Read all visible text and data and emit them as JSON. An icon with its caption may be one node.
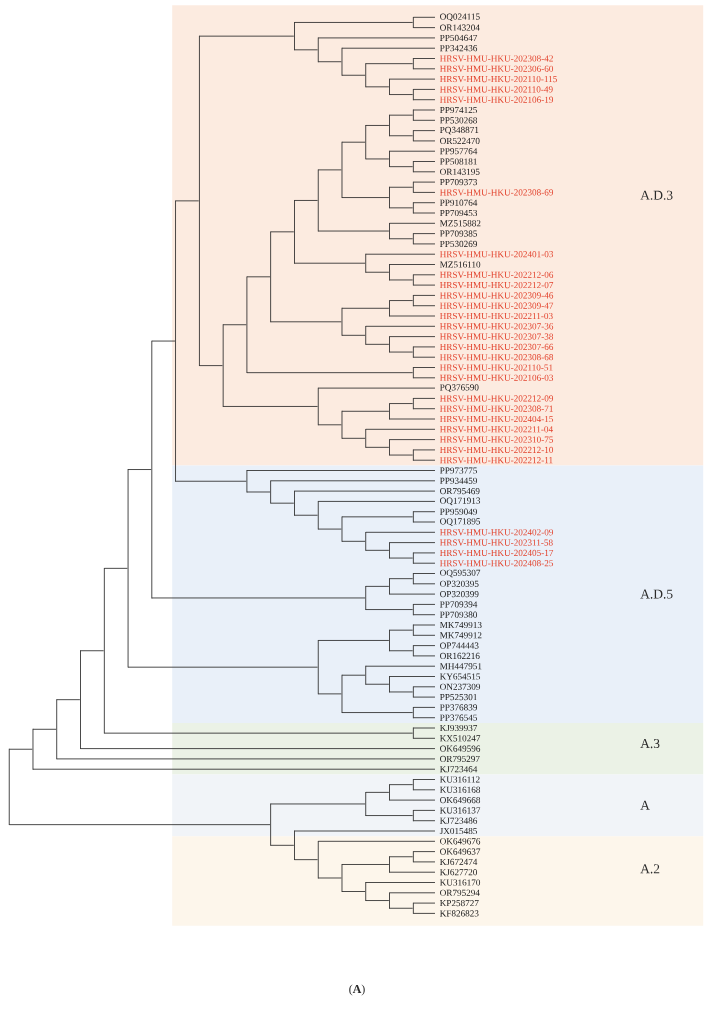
{
  "diagram": {
    "caption": "(**A**)",
    "nodes": [
      {
        "text": [
          "A.D.3"
        ]
      },
      {
        "text": [
          "A.D.5"
        ]
      },
      {
        "text": [
          "A.3"
        ]
      },
      {
        "text": [
          "A"
        ]
      },
      {
        "text": [
          "A.2"
        ]
      },
      {
        "text": [
          "OQ024115"
        ],
        "in": 0
      },
      {
        "text": [
          "OR143204"
        ],
        "in": 0
      },
      {
        "text": [
          "PP504647"
        ],
        "in": 0
      },
      {
        "text": [
          "PP342436"
        ],
        "in": 0
      },
      {
        "text": [
          "HRSV-HMU-HKU-202308-42"
        ],
        "in": 0
      },
      {
        "text": [
          "HRSV-HMU-HKU-202306-60"
        ],
        "in": 0
      },
      {
        "text": [
          "HRSV-HMU-HKU-202110-115"
        ],
        "in": 0
      },
      {
        "text": [
          "HRSV-HMU-HKU-202110-49"
        ],
        "in": 0
      },
      {
        "text": [
          "HRSV-HMU-HKU-202106-19"
        ],
        "in": 0
      },
      {
        "text": [
          "PP974125"
        ],
        "in": 0
      },
      {
        "text": [
          "PP530268"
        ],
        "in": 0
      },
      {
        "text": [
          "PQ348871"
        ],
        "in": 0
      },
      {
        "text": [
          "OR522470"
        ],
        "in": 0
      },
      {
        "text": [
          "PP957764"
        ],
        "in": 0
      },
      {
        "text": [
          "PP508181"
        ],
        "in": 0
      },
      {
        "text": [
          "OR143195"
        ],
        "in": 0
      },
      {
        "text": [
          "PP709373"
        ],
        "in": 0
      },
      {
        "text": [
          "HRSV-HMU-HKU-202308-69"
        ],
        "in": 0
      },
      {
        "text": [
          "PP910764"
        ],
        "in": 0
      },
      {
        "text": [
          "PP709453"
        ],
        "in": 0
      },
      {
        "text": [
          "MZ515882"
        ],
        "in": 0
      },
      {
        "text": [
          "PP709385"
        ],
        "in": 0
      },
      {
        "text": [
          "PP530269"
        ],
        "in": 0
      },
      {
        "text": [
          "HRSV-HMU-HKU-202401-03"
        ],
        "in": 0
      },
      {
        "text": [
          "MZ516110"
        ],
        "in": 0
      },
      {
        "text": [
          "HRSV-HMU-HKU-202212-06"
        ],
        "in": 0
      },
      {
        "text": [
          "HRSV-HMU-HKU-202212-07"
        ],
        "in": 0
      },
      {
        "text": [
          "HRSV-HMU-HKU-202309-46"
        ],
        "in": 0
      },
      {
        "text": [
          "HRSV-HMU-HKU-202309-47"
        ],
        "in": 0
      },
      {
        "text": [
          "HRSV-HMU-HKU-202211-03"
        ],
        "in": 0
      },
      {
        "text": [
          "HRSV-HMU-HKU-202307-36"
        ],
        "in": 0
      },
      {
        "text": [
          "HRSV-HMU-HKU-202307-38"
        ],
        "in": 0
      },
      {
        "text": [
          "HRSV-HMU-HKU-202307-66"
        ],
        "in": 0
      },
      {
        "text": [
          "HRSV-HMU-HKU-202308-68"
        ],
        "in": 0
      },
      {
        "text": [
          "HRSV-HMU-HKU-202110-51"
        ],
        "in": 0
      },
      {
        "text": [
          "HRSV-HMU-HKU-202106-03"
        ],
        "in": 0
      },
      {
        "text": [
          "PQ376590"
        ],
        "in": 0
      },
      {
        "text": [
          "HRSV-HMU-HKU-202212-09"
        ],
        "in": 0
      },
      {
        "text": [
          "HRSV-HMU-HKU-202308-71"
        ],
        "in": 0
      },
      {
        "text": [
          "HRSV-HMU-HKU-202404-15"
        ],
        "in": 0
      },
      {
        "text": [
          "HRSV-HMU-HKU-202211-04"
        ],
        "in": 0
      },
      {
        "text": [
          "HRSV-HMU-HKU-202310-75"
        ],
        "in": 0
      },
      {
        "text": [
          "HRSV-HMU-HKU-202212-10"
        ],
        "in": 0
      },
      {
        "text": [
          "HRSV-HMU-HKU-202212-11"
        ],
        "in": 0
      },
      {
        "text": [
          "PP973775"
        ],
        "in": 1
      },
      {
        "text": [
          "PP934459"
        ],
        "in": 1
      },
      {
        "text": [
          "OR795469"
        ],
        "in": 1
      },
      {
        "text": [
          "OQ171913"
        ],
        "in": 1
      },
      {
        "text": [
          "PP959049"
        ],
        "in": 1
      },
      {
        "text": [
          "OQ171895"
        ],
        "in": 1
      },
      {
        "text": [
          "HRSV-HMU-HKU-202402-09"
        ],
        "in": 1
      },
      {
        "text": [
          "HRSV-HMU-HKU-202311-58"
        ],
        "in": 1
      },
      {
        "text": [
          "HRSV-HMU-HKU-202405-17"
        ],
        "in": 1
      },
      {
        "text": [
          "HRSV-HMU-HKU-202408-25"
        ],
        "in": 1
      },
      {
        "text": [
          "OQ595307"
        ],
        "in": 1
      },
      {
        "text": [
          "OP320395"
        ],
        "in": 1
      },
      {
        "text": [
          "OP320399"
        ],
        "in": 1
      },
      {
        "text": [
          "PP709394"
        ],
        "in": 1
      },
      {
        "text": [
          "PP709380"
        ],
        "in": 1
      },
      {
        "text": [
          "MK749913"
        ],
        "in": 1
      },
      {
        "text": [
          "MK749912"
        ],
        "in": 1
      },
      {
        "text": [
          "OP744443"
        ],
        "in": 1
      },
      {
        "text": [
          "OR162216"
        ],
        "in": 1
      },
      {
        "text": [
          "MH447951"
        ],
        "in": 1
      },
      {
        "text": [
          "KY654515"
        ],
        "in": 1
      },
      {
        "text": [
          "ON237309"
        ],
        "in": 1
      },
      {
        "text": [
          "PP525301"
        ],
        "in": 1
      },
      {
        "text": [
          "PP376839"
        ],
        "in": 1
      },
      {
        "text": [
          "PP376545"
        ],
        "in": 1
      },
      {
        "text": [
          "KJ939937"
        ],
        "in": 2
      },
      {
        "text": [
          "KX510247"
        ],
        "in": 2
      },
      {
        "text": [
          "OK649596"
        ],
        "in": 2
      },
      {
        "text": [
          "OR795297"
        ],
        "in": 2
      },
      {
        "text": [
          "KJ723464"
        ],
        "in": 2
      },
      {
        "text": [
          "KU316112"
        ],
        "in": 3
      },
      {
        "text": [
          "KU316168"
        ],
        "in": 3
      },
      {
        "text": [
          "OK649668"
        ],
        "in": 3
      },
      {
        "text": [
          "KU316137"
        ],
        "in": 3
      },
      {
        "text": [
          "KJ723486"
        ],
        "in": 3
      },
      {
        "text": [
          "JX015485"
        ],
        "in": 3
      },
      {
        "text": [
          "OK649676"
        ],
        "in": 4
      },
      {
        "text": [
          "OK649637"
        ],
        "in": 4
      },
      {
        "text": [
          "KJ672474"
        ],
        "in": 4
      },
      {
        "text": [
          "KJ627720"
        ],
        "in": 4
      },
      {
        "text": [
          "KU316170"
        ],
        "in": 4
      },
      {
        "text": [
          "OR795294"
        ],
        "in": 4
      },
      {
        "text": [
          "KP258727"
        ],
        "in": 4
      },
      {
        "text": [
          "KF826823"
        ],
        "in": 4
      },
      {
        "text": [],
        "shape": "bar",
        "in": 0
      },
      {
        "text": [],
        "shape": "bar",
        "in": 0
      },
      {
        "text": [],
        "shape": "bar",
        "in": 0
      },
      {
        "text": [],
        "shape": "bar",
        "in": 0
      },
      {
        "text": [],
        "shape": "bar",
        "in": 0
      },
      {
        "text": [],
        "shape": "bar",
        "in": 0
      },
      {
        "text": [],
        "shape": "bar",
        "in": 0
      },
      {
        "text": [],
        "shape": "bar",
        "in": 0
      },
      {
        "text": [],
        "shape": "bar",
        "in": 0
      },
      {
        "text": [],
        "shape": "bar",
        "in": 0
      },
      {
        "text": [],
        "shape": "bar",
        "in": 0
      },
      {
        "text": [],
        "shape": "bar",
        "in": 0
      },
      {
        "text": [],
        "shape": "bar",
        "in": 0
      },
      {
        "text": [],
        "shape": "bar",
        "in": 0
      },
      {
        "text": [],
        "shape": "bar",
        "in": 0
      },
      {
        "text": [],
        "shape": "bar",
        "in": 0
      },
      {
        "text": [],
        "shape": "bar",
        "in": 0
      },
      {
        "text": [],
        "shape": "bar",
        "in": 0
      },
      {
        "text": [],
        "shape": "bar",
        "in": 0
      },
      {
        "text": [],
        "shape": "bar",
        "in": 0
      },
      {
        "text": [],
        "shape": "bar",
        "in": 0
      },
      {
        "text": [],
        "shape": "bar",
        "in": 0
      },
      {
        "text": [],
        "shape": "bar",
        "in": 0
      },
      {
        "text": [],
        "shape": "bar",
        "in": 0
      },
      {
        "text": [],
        "shape": "bar",
        "in": 0
      },
      {
        "text": [],
        "shape": "bar",
        "in": 0
      },
      {
        "text": [],
        "shape": "bar",
        "in": 0
      },
      {
        "text": [],
        "shape": "bar",
        "in": 0
      },
      {
        "text": [],
        "shape": "bar",
        "in": 0
      },
      {
        "text": [],
        "shape": "bar",
        "in": 0
      },
      {
        "text": [],
        "shape": "bar",
        "in": 0
      },
      {
        "text": [],
        "shape": "bar",
        "in": 0
      },
      {
        "text": [],
        "shape": "bar",
        "in": 0
      },
      {
        "text": [],
        "shape": "bar",
        "in": 0
      },
      {
        "text": [],
        "shape": "bar",
        "in": 0
      },
      {
        "text": [],
        "shape": "bar",
        "in": 0
      },
      {
        "text": [],
        "shape": "bar",
        "in": 0
      },
      {
        "text": [],
        "shape": "bar",
        "in": 0
      },
      {
        "text": [],
        "shape": "bar",
        "in": 0
      },
      {
        "text": [],
        "shape": "bar",
        "in": 0
      },
      {
        "text": [],
        "shape": "bar",
        "in": 1
      },
      {
        "text": [],
        "shape": "bar",
        "in": 1
      },
      {
        "text": [],
        "shape": "bar",
        "in": 1
      },
      {
        "text": [],
        "shape": "bar",
        "in": 1
      },
      {
        "text": [],
        "shape": "bar",
        "in": 1
      },
      {
        "text": [],
        "shape": "bar",
        "in": 1
      },
      {
        "text": [],
        "shape": "bar",
        "in": 1
      },
      {
        "text": [],
        "shape": "bar",
        "in": 1
      },
      {
        "text": [],
        "shape": "bar",
        "in": 1
      },
      {
        "text": [],
        "shape": "bar",
        "in": 1
      },
      {
        "text": [],
        "shape": "bar",
        "in": 1
      },
      {
        "text": [],
        "shape": "bar",
        "in": 1
      },
      {
        "text": [],
        "shape": "bar",
        "in": 1
      },
      {
        "text": [],
        "shape": "bar",
        "in": 1
      },
      {
        "text": [],
        "shape": "bar",
        "in": 1
      },
      {
        "text": [],
        "shape": "bar",
        "in": 1
      },
      {
        "text": [],
        "shape": "bar",
        "in": 1
      },
      {
        "text": [],
        "shape": "bar",
        "in": 1
      },
      {
        "text": [],
        "shape": "bar",
        "in": 1
      },
      {
        "text": [],
        "shape": "bar",
        "in": 1
      },
      {
        "text": [],
        "shape": "bar",
        "in": 1
      },
      {
        "text": [],
        "shape": "bar",
        "in": 2
      },
      {
        "text": [],
        "shape": "bar",
        "in": 3
      },
      {
        "text": [],
        "shape": "bar",
        "in": 3
      },
      {
        "text": [],
        "shape": "bar",
        "in": 3
      },
      {
        "text": [],
        "shape": "bar",
        "in": 3
      },
      {
        "text": [],
        "shape": "bar",
        "in": 4
      },
      {
        "text": [],
        "shape": "bar",
        "in": 4
      },
      {
        "text": [],
        "shape": "bar",
        "in": 4
      },
      {
        "text": [],
        "shape": "bar",
        "in": 4
      },
      {
        "text": [],
        "shape": "bar",
        "in": 4
      },
      {
        "text": [],
        "shape": "bar",
        "in": 4
      },
      {
        "text": [],
        "shape": "bar",
        "in": 4
      },
      {
        "text": [],
        "shape": "bar"
      },
      {
        "text": [],
        "shape": "bar"
      },
      {
        "text": [],
        "shape": "bar",
        "in": 0
      },
      {
        "text": [],
        "shape": "bar",
        "in": 0
      },
      {
        "text": [],
        "shape": "bar",
        "in": 0
      },
      {
        "text": [],
        "shape": "bar"
      },
      {
        "text": [],
        "shape": "bar",
        "in": 1
      },
      {
        "text": [],
        "shape": "bar"
      },
      {
        "text": [],
        "shape": "bar"
      },
      {
        "text": [],
        "shape": "bar"
      },
      {
        "text": [],
        "shape": "bar"
      },
      {
        "text": [],
        "shape": "bar"
      },
      {
        "text": [],
        "shape": "bar"
      },
      {
        "text": [],
        "shape": "bar"
      }
    ],
    "edges": [
      {
        "from": 93,
        "to": 5,
        "arrow": "none"
      },
      {
        "from": 93,
        "to": 6,
        "arrow": "none"
      },
      {
        "from": 94,
        "to": 12,
        "arrow": "none"
      },
      {
        "from": 94,
        "to": 13,
        "arrow": "none"
      },
      {
        "from": 95,
        "to": 11,
        "arrow": "none"
      },
      {
        "from": 95,
        "to": 94,
        "arrow": "none"
      },
      {
        "from": 96,
        "to": 9,
        "arrow": "none"
      },
      {
        "from": 96,
        "to": 10,
        "arrow": "none"
      },
      {
        "from": 97,
        "to": 96,
        "arrow": "none"
      },
      {
        "from": 97,
        "to": 95,
        "arrow": "none"
      },
      {
        "from": 98,
        "to": 8,
        "arrow": "none"
      },
      {
        "from": 98,
        "to": 97,
        "arrow": "none"
      },
      {
        "from": 99,
        "to": 7,
        "arrow": "none"
      },
      {
        "from": 99,
        "to": 98,
        "arrow": "none"
      },
      {
        "from": 100,
        "to": 93,
        "arrow": "none"
      },
      {
        "from": 100,
        "to": 99,
        "arrow": "none"
      },
      {
        "from": 101,
        "to": 14,
        "arrow": "none"
      },
      {
        "from": 101,
        "to": 15,
        "arrow": "none"
      },
      {
        "from": 102,
        "to": 16,
        "arrow": "none"
      },
      {
        "from": 102,
        "to": 17,
        "arrow": "none"
      },
      {
        "from": 103,
        "to": 101,
        "arrow": "none"
      },
      {
        "from": 103,
        "to": 102,
        "arrow": "none"
      },
      {
        "from": 104,
        "to": 19,
        "arrow": "none"
      },
      {
        "from": 104,
        "to": 20,
        "arrow": "none"
      },
      {
        "from": 105,
        "to": 18,
        "arrow": "none"
      },
      {
        "from": 105,
        "to": 104,
        "arrow": "none"
      },
      {
        "from": 106,
        "to": 103,
        "arrow": "none"
      },
      {
        "from": 106,
        "to": 105,
        "arrow": "none"
      },
      {
        "from": 107,
        "to": 21,
        "arrow": "none"
      },
      {
        "from": 107,
        "to": 22,
        "arrow": "none"
      },
      {
        "from": 108,
        "to": 23,
        "arrow": "none"
      },
      {
        "from": 108,
        "to": 24,
        "arrow": "none"
      },
      {
        "from": 109,
        "to": 107,
        "arrow": "none"
      },
      {
        "from": 109,
        "to": 108,
        "arrow": "none"
      },
      {
        "from": 110,
        "to": 106,
        "arrow": "none"
      },
      {
        "from": 110,
        "to": 109,
        "arrow": "none"
      },
      {
        "from": 111,
        "to": 26,
        "arrow": "none"
      },
      {
        "from": 111,
        "to": 27,
        "arrow": "none"
      },
      {
        "from": 112,
        "to": 25,
        "arrow": "none"
      },
      {
        "from": 112,
        "to": 111,
        "arrow": "none"
      },
      {
        "from": 113,
        "to": 110,
        "arrow": "none"
      },
      {
        "from": 113,
        "to": 112,
        "arrow": "none"
      },
      {
        "from": 114,
        "to": 30,
        "arrow": "none"
      },
      {
        "from": 114,
        "to": 31,
        "arrow": "none"
      },
      {
        "from": 115,
        "to": 29,
        "arrow": "none"
      },
      {
        "from": 115,
        "to": 114,
        "arrow": "none"
      },
      {
        "from": 116,
        "to": 28,
        "arrow": "none"
      },
      {
        "from": 116,
        "to": 115,
        "arrow": "none"
      },
      {
        "from": 117,
        "to": 113,
        "arrow": "none"
      },
      {
        "from": 117,
        "to": 116,
        "arrow": "none"
      },
      {
        "from": 118,
        "to": 32,
        "arrow": "none"
      },
      {
        "from": 118,
        "to": 33,
        "arrow": "none"
      },
      {
        "from": 119,
        "to": 118,
        "arrow": "none"
      },
      {
        "from": 119,
        "to": 34,
        "arrow": "none"
      },
      {
        "from": 120,
        "to": 37,
        "arrow": "none"
      },
      {
        "from": 120,
        "to": 38,
        "arrow": "none"
      },
      {
        "from": 121,
        "to": 36,
        "arrow": "none"
      },
      {
        "from": 121,
        "to": 120,
        "arrow": "none"
      },
      {
        "from": 122,
        "to": 35,
        "arrow": "none"
      },
      {
        "from": 122,
        "to": 121,
        "arrow": "none"
      },
      {
        "from": 123,
        "to": 119,
        "arrow": "none"
      },
      {
        "from": 123,
        "to": 122,
        "arrow": "none"
      },
      {
        "from": 124,
        "to": 117,
        "arrow": "none"
      },
      {
        "from": 124,
        "to": 123,
        "arrow": "none"
      },
      {
        "from": 125,
        "to": 39,
        "arrow": "none"
      },
      {
        "from": 125,
        "to": 40,
        "arrow": "none"
      },
      {
        "from": 126,
        "to": 42,
        "arrow": "none"
      },
      {
        "from": 126,
        "to": 43,
        "arrow": "none"
      },
      {
        "from": 127,
        "to": 126,
        "arrow": "none"
      },
      {
        "from": 127,
        "to": 44,
        "arrow": "none"
      },
      {
        "from": 128,
        "to": 47,
        "arrow": "none"
      },
      {
        "from": 128,
        "to": 48,
        "arrow": "none"
      },
      {
        "from": 129,
        "to": 46,
        "arrow": "none"
      },
      {
        "from": 129,
        "to": 128,
        "arrow": "none"
      },
      {
        "from": 130,
        "to": 45,
        "arrow": "none"
      },
      {
        "from": 130,
        "to": 129,
        "arrow": "none"
      },
      {
        "from": 131,
        "to": 127,
        "arrow": "none"
      },
      {
        "from": 131,
        "to": 130,
        "arrow": "none"
      },
      {
        "from": 132,
        "to": 41,
        "arrow": "none"
      },
      {
        "from": 132,
        "to": 131,
        "arrow": "none"
      },
      {
        "from": 133,
        "to": 57,
        "arrow": "none"
      },
      {
        "from": 133,
        "to": 58,
        "arrow": "none"
      },
      {
        "from": 134,
        "to": 56,
        "arrow": "none"
      },
      {
        "from": 134,
        "to": 133,
        "arrow": "none"
      },
      {
        "from": 135,
        "to": 55,
        "arrow": "none"
      },
      {
        "from": 135,
        "to": 134,
        "arrow": "none"
      },
      {
        "from": 136,
        "to": 53,
        "arrow": "none"
      },
      {
        "from": 136,
        "to": 54,
        "arrow": "none"
      },
      {
        "from": 137,
        "to": 136,
        "arrow": "none"
      },
      {
        "from": 137,
        "to": 135,
        "arrow": "none"
      },
      {
        "from": 138,
        "to": 52,
        "arrow": "none"
      },
      {
        "from": 138,
        "to": 137,
        "arrow": "none"
      },
      {
        "from": 139,
        "to": 51,
        "arrow": "none"
      },
      {
        "from": 139,
        "to": 138,
        "arrow": "none"
      },
      {
        "from": 140,
        "to": 50,
        "arrow": "none"
      },
      {
        "from": 140,
        "to": 139,
        "arrow": "none"
      },
      {
        "from": 141,
        "to": 59,
        "arrow": "none"
      },
      {
        "from": 141,
        "to": 60,
        "arrow": "none"
      },
      {
        "from": 142,
        "to": 141,
        "arrow": "none"
      },
      {
        "from": 142,
        "to": 61,
        "arrow": "none"
      },
      {
        "from": 143,
        "to": 62,
        "arrow": "none"
      },
      {
        "from": 143,
        "to": 63,
        "arrow": "none"
      },
      {
        "from": 144,
        "to": 142,
        "arrow": "none"
      },
      {
        "from": 144,
        "to": 143,
        "arrow": "none"
      },
      {
        "from": 145,
        "to": 64,
        "arrow": "none"
      },
      {
        "from": 145,
        "to": 65,
        "arrow": "none"
      },
      {
        "from": 146,
        "to": 66,
        "arrow": "none"
      },
      {
        "from": 146,
        "to": 67,
        "arrow": "none"
      },
      {
        "from": 147,
        "to": 145,
        "arrow": "none"
      },
      {
        "from": 147,
        "to": 146,
        "arrow": "none"
      },
      {
        "from": 148,
        "to": 70,
        "arrow": "none"
      },
      {
        "from": 148,
        "to": 71,
        "arrow": "none"
      },
      {
        "from": 149,
        "to": 69,
        "arrow": "none"
      },
      {
        "from": 149,
        "to": 148,
        "arrow": "none"
      },
      {
        "from": 150,
        "to": 68,
        "arrow": "none"
      },
      {
        "from": 150,
        "to": 149,
        "arrow": "none"
      },
      {
        "from": 151,
        "to": 72,
        "arrow": "none"
      },
      {
        "from": 151,
        "to": 73,
        "arrow": "none"
      },
      {
        "from": 152,
        "to": 150,
        "arrow": "none"
      },
      {
        "from": 152,
        "to": 151,
        "arrow": "none"
      },
      {
        "from": 153,
        "to": 147,
        "arrow": "none"
      },
      {
        "from": 153,
        "to": 152,
        "arrow": "none"
      },
      {
        "from": 154,
        "to": 74,
        "arrow": "none"
      },
      {
        "from": 154,
        "to": 75,
        "arrow": "none"
      },
      {
        "from": 155,
        "to": 79,
        "arrow": "none"
      },
      {
        "from": 155,
        "to": 80,
        "arrow": "none"
      },
      {
        "from": 156,
        "to": 155,
        "arrow": "none"
      },
      {
        "from": 156,
        "to": 81,
        "arrow": "none"
      },
      {
        "from": 157,
        "to": 82,
        "arrow": "none"
      },
      {
        "from": 157,
        "to": 83,
        "arrow": "none"
      },
      {
        "from": 158,
        "to": 156,
        "arrow": "none"
      },
      {
        "from": 158,
        "to": 157,
        "arrow": "none"
      },
      {
        "from": 159,
        "to": 86,
        "arrow": "none"
      },
      {
        "from": 159,
        "to": 87,
        "arrow": "none"
      },
      {
        "from": 160,
        "to": 159,
        "arrow": "none"
      },
      {
        "from": 160,
        "to": 88,
        "arrow": "none"
      },
      {
        "from": 161,
        "to": 91,
        "arrow": "none"
      },
      {
        "from": 161,
        "to": 92,
        "arrow": "none"
      },
      {
        "from": 162,
        "to": 90,
        "arrow": "none"
      },
      {
        "from": 162,
        "to": 161,
        "arrow": "none"
      },
      {
        "from": 163,
        "to": 89,
        "arrow": "none"
      },
      {
        "from": 163,
        "to": 162,
        "arrow": "none"
      },
      {
        "from": 164,
        "to": 160,
        "arrow": "none"
      },
      {
        "from": 164,
        "to": 163,
        "arrow": "none"
      },
      {
        "from": 165,
        "to": 85,
        "arrow": "none"
      },
      {
        "from": 165,
        "to": 164,
        "arrow": "none"
      },
      {
        "from": 166,
        "to": 84,
        "arrow": "none"
      },
      {
        "from": 166,
        "to": 165,
        "arrow": "none"
      },
      {
        "from": 167,
        "to": 158,
        "arrow": "none"
      },
      {
        "from": 167,
        "to": 166,
        "arrow": "none"
      },
      {
        "from": 168,
        "to": 124,
        "arrow": "none"
      },
      {
        "from": 168,
        "to": 125,
        "arrow": "none"
      },
      {
        "from": 169,
        "to": 168,
        "arrow": "none"
      },
      {
        "from": 169,
        "to": 132,
        "arrow": "none"
      },
      {
        "from": 170,
        "to": 100,
        "arrow": "none"
      },
      {
        "from": 170,
        "to": 169,
        "arrow": "none"
      },
      {
        "from": 171,
        "to": 170,
        "arrow": "none"
      },
      {
        "from": 171,
        "to": 172,
        "arrow": "none"
      },
      {
        "from": 172,
        "to": 49,
        "arrow": "none"
      },
      {
        "from": 172,
        "to": 140,
        "arrow": "none"
      },
      {
        "from": 173,
        "to": 171,
        "arrow": "none"
      },
      {
        "from": 173,
        "to": 144,
        "arrow": "none"
      },
      {
        "from": 174,
        "to": 173,
        "arrow": "none"
      },
      {
        "from": 174,
        "to": 153,
        "arrow": "none"
      },
      {
        "from": 175,
        "to": 174,
        "arrow": "none"
      },
      {
        "from": 175,
        "to": 154,
        "arrow": "none"
      },
      {
        "from": 176,
        "to": 175,
        "arrow": "none"
      },
      {
        "from": 176,
        "to": 76,
        "arrow": "none"
      },
      {
        "from": 177,
        "to": 176,
        "arrow": "none"
      },
      {
        "from": 177,
        "to": 77,
        "arrow": "none"
      },
      {
        "from": 178,
        "to": 177,
        "arrow": "none"
      },
      {
        "from": 178,
        "to": 78,
        "arrow": "none"
      },
      {
        "from": 179,
        "to": 178,
        "arrow": "none"
      },
      {
        "from": 179,
        "to": 167,
        "arrow": "none"
      }
    ]
  }
}
